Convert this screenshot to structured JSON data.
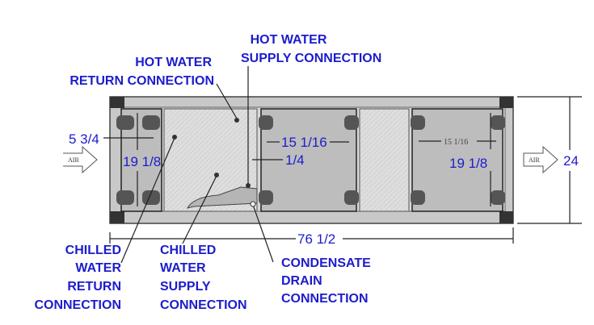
{
  "labels": {
    "hot_water_supply": [
      "HOT WATER",
      "SUPPLY CONNECTION"
    ],
    "hot_water_return": [
      "HOT WATER",
      "RETURN CONNECTION"
    ],
    "chilled_water_return": [
      "CHILLED",
      "WATER",
      "RETURN",
      "CONNECTION"
    ],
    "chilled_water_supply": [
      "CHILLED",
      "WATER",
      "SUPPLY",
      "CONNECTION"
    ],
    "condensate_drain": [
      "CONDENSATE",
      "DRAIN",
      "CONNECTION"
    ]
  },
  "dimensions": {
    "filter_depth": "5 3/4",
    "left_height": "19 1/8",
    "mid_width": "15 1/16",
    "gap": "1/4",
    "right_width": "15 1/16",
    "right_height": "19 1/8",
    "overall_height": "24",
    "overall_length": "76 1/2"
  },
  "air_inlet": "AIR",
  "air_outlet": "AIR",
  "colors": {
    "label": "#1c1ccc"
  }
}
